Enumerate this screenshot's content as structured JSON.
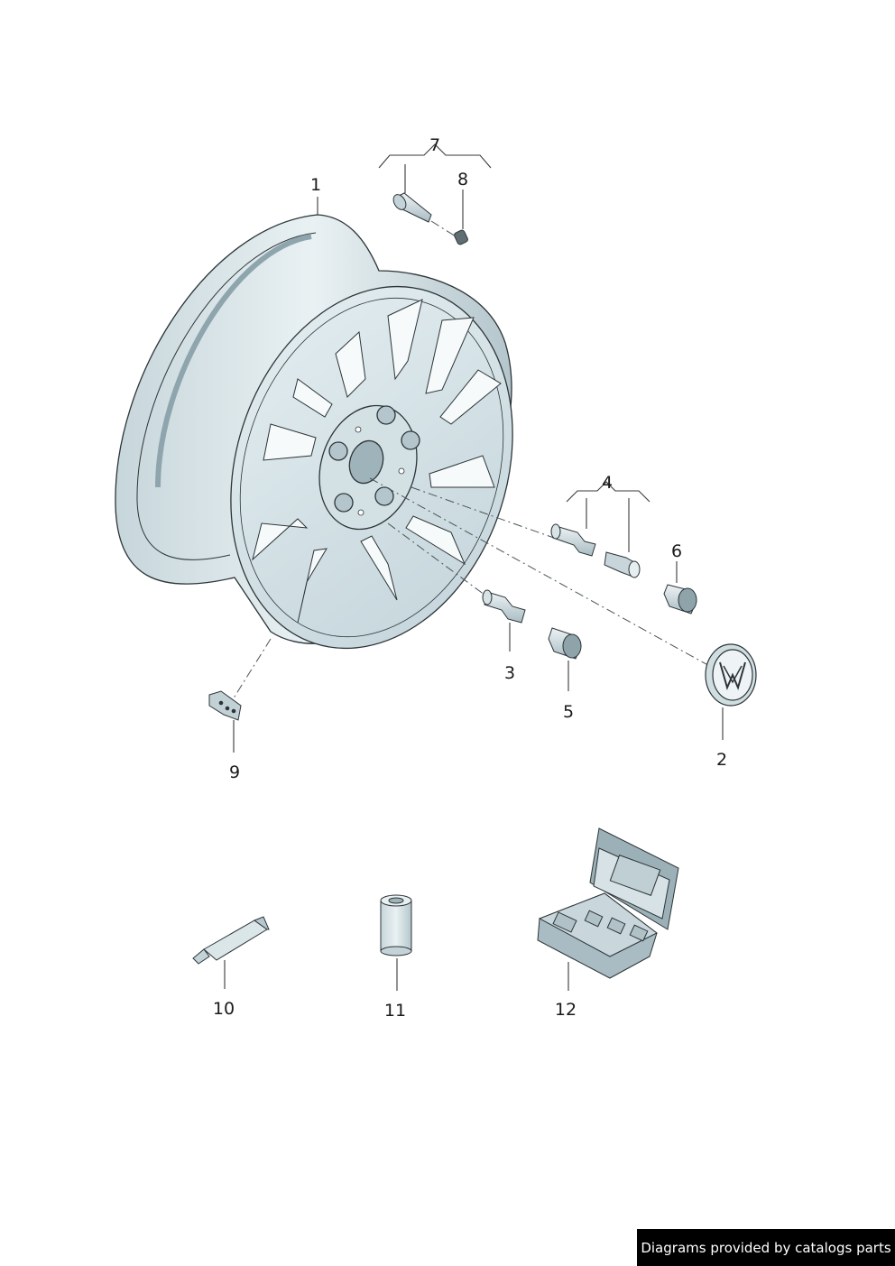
{
  "callouts": {
    "c1": "1",
    "c2": "2",
    "c3": "3",
    "c4": "4",
    "c5": "5",
    "c6": "6",
    "c7": "7",
    "c8": "8",
    "c9": "9",
    "c10": "10",
    "c11": "11",
    "c12": "12"
  },
  "credit": "Diagrams provided by catalogs parts",
  "colors": {
    "part_fill": "#dfe9ec",
    "part_shade": "#b7c9cf",
    "outline": "#2c3538",
    "leader": "#3a3a3a"
  }
}
